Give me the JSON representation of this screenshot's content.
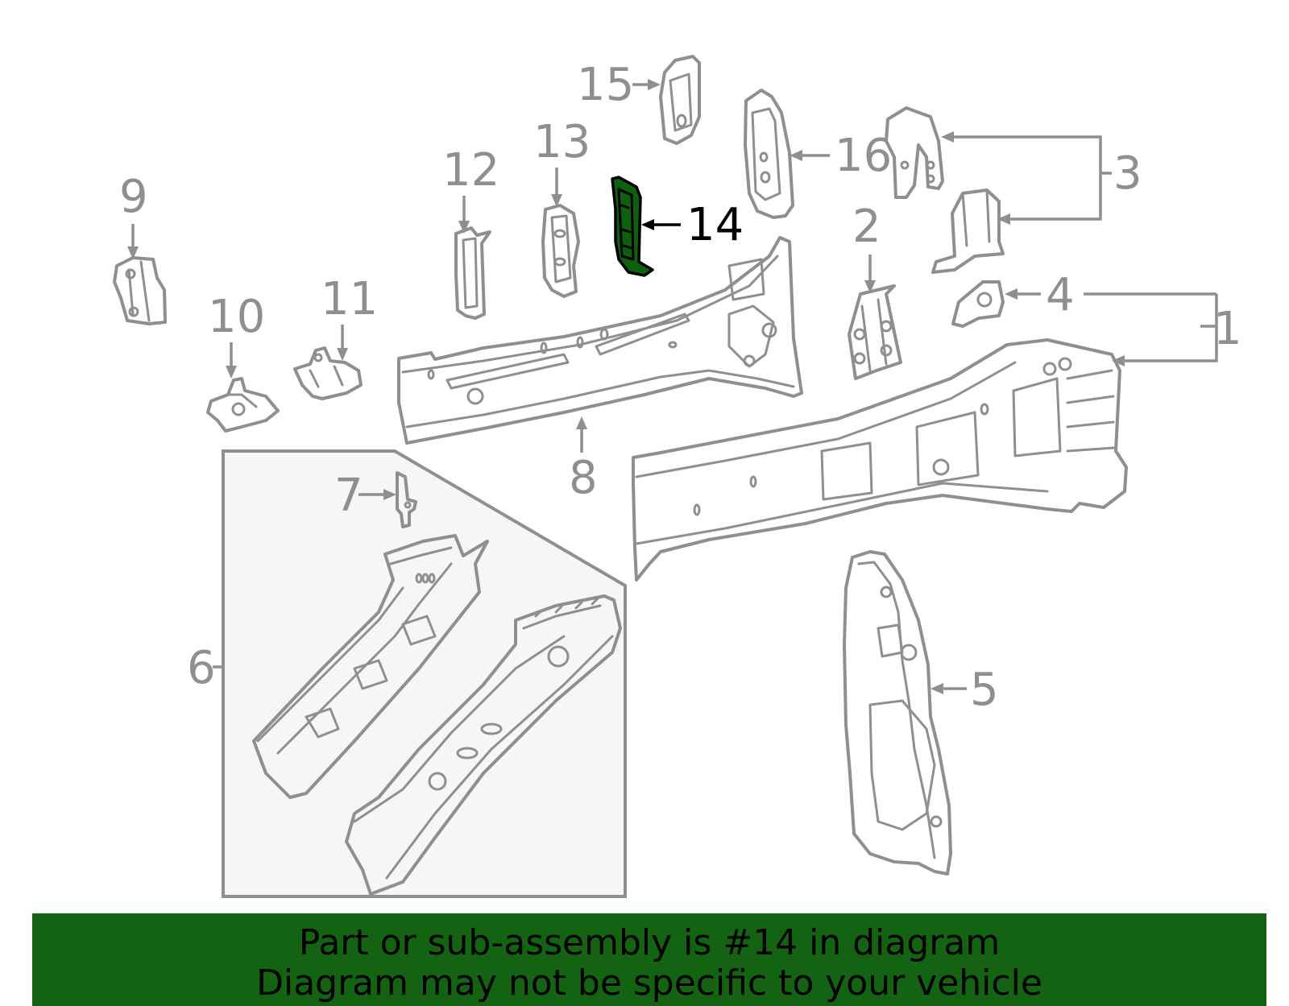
{
  "callouts": [
    {
      "id": "1",
      "label": "1"
    },
    {
      "id": "2",
      "label": "2"
    },
    {
      "id": "3",
      "label": "3"
    },
    {
      "id": "4",
      "label": "4"
    },
    {
      "id": "5",
      "label": "5"
    },
    {
      "id": "6",
      "label": "6"
    },
    {
      "id": "7",
      "label": "7"
    },
    {
      "id": "8",
      "label": "8"
    },
    {
      "id": "9",
      "label": "9"
    },
    {
      "id": "10",
      "label": "10"
    },
    {
      "id": "11",
      "label": "11"
    },
    {
      "id": "12",
      "label": "12"
    },
    {
      "id": "13",
      "label": "13"
    },
    {
      "id": "14",
      "label": "14",
      "highlighted": true
    },
    {
      "id": "15",
      "label": "15"
    },
    {
      "id": "16",
      "label": "16"
    }
  ],
  "colors": {
    "line": "#8f8f8f",
    "highlight_fill": "#0e5f10",
    "banner": "#136312",
    "inset_bg": "#f6f6f6"
  },
  "banner": {
    "line1": "Part or sub-assembly is #14 in diagram",
    "line2": "Diagram may not be specific to your vehicle"
  }
}
